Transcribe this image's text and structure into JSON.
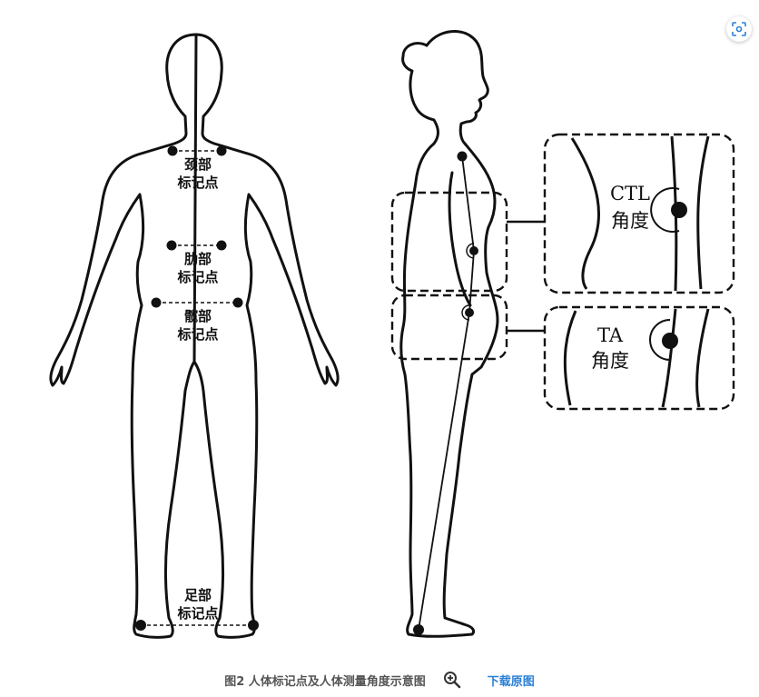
{
  "figure": {
    "front_labels": {
      "neck": [
        "颈部",
        "标记点"
      ],
      "rib": [
        "肋部",
        "标记点"
      ],
      "hip": [
        "髋部",
        "标记点"
      ],
      "foot": [
        "足部",
        "标记点"
      ]
    },
    "magnifier_top": [
      "CTL",
      "角度"
    ],
    "magnifier_bottom": [
      "TA",
      "角度"
    ]
  },
  "caption": {
    "text": "图2 人体标记点及人体测量角度示意图",
    "zoom_icon": "magnifier-plus-icon",
    "download_label": "下载原图"
  },
  "toolbar": {
    "scan_icon": "scan-icon"
  },
  "colors": {
    "ink": "#111111",
    "caption": "#555555",
    "link": "#2a7fd6"
  }
}
